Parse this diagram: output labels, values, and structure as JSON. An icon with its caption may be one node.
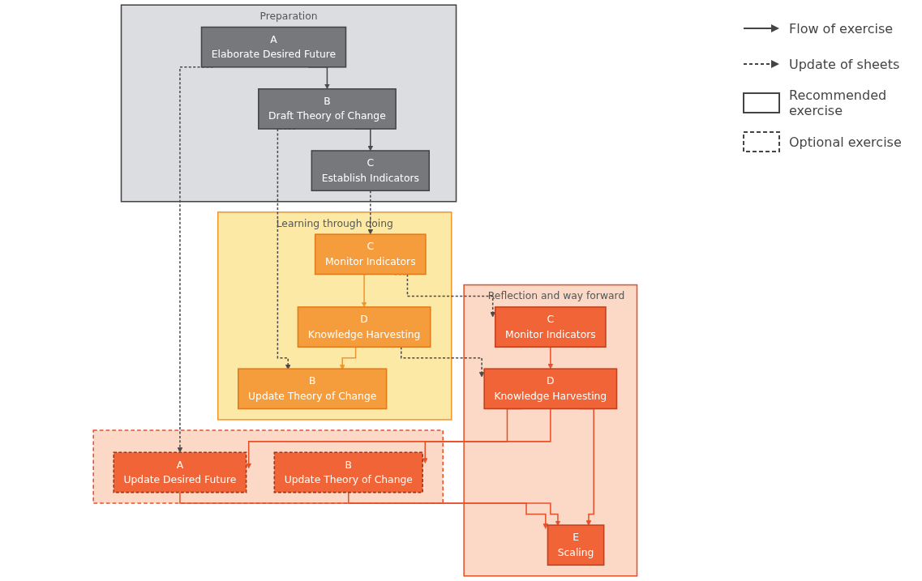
{
  "diagram": {
    "nodes": [
      {
        "text": [
          "Preparation"
        ]
      },
      {
        "text": [
          "A",
          "Elaborate Desired Future"
        ],
        "in": 0
      },
      {
        "text": [
          "B",
          "Draft Theory of Change"
        ],
        "in": 0
      },
      {
        "text": [
          "C",
          "Establish Indicators"
        ],
        "in": 0
      },
      {
        "text": [
          "Learning through doing"
        ]
      },
      {
        "text": [
          "B",
          "Update Theory of Change"
        ],
        "in": 4
      },
      {
        "text": [
          "C",
          "Monitor Indicators"
        ],
        "in": 4
      },
      {
        "text": [
          "D",
          "Knowledge Harvesting"
        ],
        "in": 4
      },
      {
        "text": [],
        "shape": "box"
      },
      {
        "text": [
          "A",
          "Update Desired Future"
        ],
        "in": 8
      },
      {
        "text": [
          "B",
          "Update Theory of Change"
        ],
        "in": 8
      },
      {
        "text": [
          "Reflection and way forward"
        ]
      },
      {
        "text": [
          "C",
          "Monitor Indicators"
        ],
        "in": 11
      },
      {
        "text": [
          "D",
          "Knowledge Harvesting"
        ],
        "in": 11
      },
      {
        "text": [
          "E",
          "Scaling"
        ],
        "in": 11
      }
    ],
    "edges": [
      {
        "from": 1,
        "to": 2,
        "arrow": "to"
      },
      {
        "from": 2,
        "to": 3,
        "arrow": "to"
      },
      {
        "from": 1,
        "to": 9,
        "arrow": "to",
        "style": "dashed"
      },
      {
        "from": 2,
        "to": 5,
        "arrow": "to",
        "style": "dashed"
      },
      {
        "from": 3,
        "to": 6,
        "arrow": "to",
        "style": "dashed"
      },
      {
        "from": 6,
        "to": 7,
        "arrow": "to",
        "color": "#f0962e"
      },
      {
        "from": 7,
        "to": 5,
        "arrow": "to",
        "color": "#f0962e"
      },
      {
        "from": 6,
        "to": 12,
        "arrow": "to",
        "style": "dashed"
      },
      {
        "from": 7,
        "to": 13,
        "arrow": "to",
        "style": "dashed"
      },
      {
        "from": 9,
        "to": 14,
        "arrow": "to",
        "color": "#e8502a"
      },
      {
        "from": 10,
        "to": 14,
        "arrow": "to",
        "color": "#e8502a"
      },
      {
        "from": 12,
        "to": 13,
        "arrow": "to",
        "color": "#e8502a"
      },
      {
        "from": 13,
        "to": 14,
        "arrow": "to",
        "color": "#e8502a"
      },
      {
        "from": 13,
        "to": 9,
        "arrow": "to",
        "color": "#e8502a"
      },
      {
        "from": 13,
        "to": 10,
        "arrow": "to",
        "color": "#e8502a"
      }
    ],
    "legend": [
      {
        "text": "Flow of exercise"
      },
      {
        "text": "Update of sheets"
      },
      {
        "text": "Recommended exercise"
      },
      {
        "text": "Optional exercise"
      }
    ]
  }
}
